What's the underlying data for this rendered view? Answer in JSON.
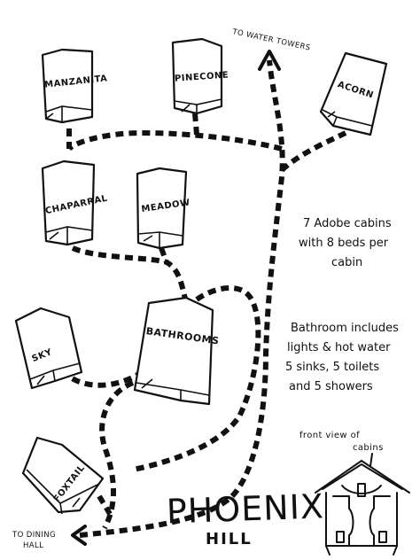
{
  "map": {
    "title": "PHOENIX",
    "subtitle": "HILL",
    "cabins": [
      {
        "id": "manzanita",
        "label": "MANZANITA"
      },
      {
        "id": "pinecone",
        "label": "PINECONE"
      },
      {
        "id": "acorn",
        "label": "ACORN"
      },
      {
        "id": "chaparral",
        "label": "CHAPARRAL"
      },
      {
        "id": "meadow",
        "label": "MEADOW"
      },
      {
        "id": "sky",
        "label": "SKY"
      },
      {
        "id": "foxtail",
        "label": "FOXTAIL"
      }
    ],
    "bathrooms_label": "BATHROOMS",
    "directions": {
      "water_towers": "TO WATER TOWERS",
      "dining_hall_line1": "TO DINING",
      "dining_hall_line2": "HALL"
    },
    "notes": {
      "cabins": [
        "7 Adobe cabins",
        "with 8 beds per",
        "cabin"
      ],
      "bathroom": [
        "Bathroom includes",
        "lights & hot water",
        "5 sinks, 5 toilets",
        "and 5 showers"
      ],
      "front_view": [
        "front view of",
        "cabins"
      ]
    }
  }
}
